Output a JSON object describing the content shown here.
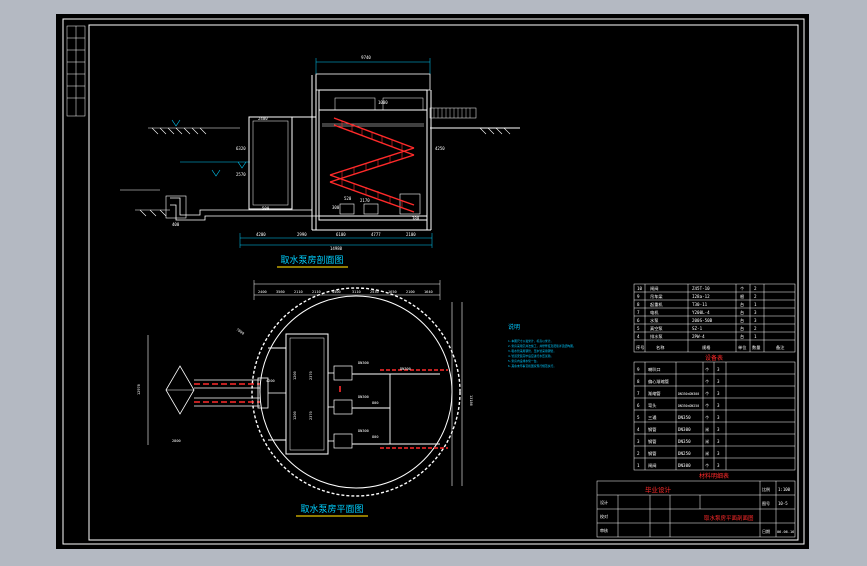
{
  "drawing": {
    "section_title": "取水泵房剖面图",
    "plan_title": "取水泵房平面图",
    "notes_heading": "说明",
    "notes_lines": [
      "1.本图尺寸以毫米计，标高以米计。",
      "2.泵房采用沉井法施工，井壁厚度及配筋详见结构图。",
      "3.吸水管采用钢管，压水管采用钢管。",
      "4.管道安装完毕后应进行水压试验。",
      "5.泵房内设排水泵一台。",
      "6.其余未尽事宜按国家现行规范执行。"
    ],
    "dimensions": {
      "top_width": "9740",
      "section_bottom_total": "14980",
      "section_bottom_segments": [
        "4200",
        "2990",
        "6100",
        "4777",
        "2100"
      ],
      "section_labels": [
        "2400",
        "6320",
        "2570",
        "2170",
        "4250",
        "1000",
        "300",
        "500",
        "520",
        "400",
        "380"
      ],
      "plan_top_segments": [
        "2400",
        "3560",
        "2110",
        "2110",
        "4400",
        "3110",
        "2530",
        "1650",
        "2100",
        "1640"
      ],
      "plan_side": [
        "12978",
        "2800",
        "13180"
      ],
      "plan_pipes": [
        "DN300",
        "DN300",
        "DN300",
        "DN300"
      ],
      "plan_labels": [
        "1200",
        "1200",
        "2370",
        "2370",
        "800",
        "800",
        "7800",
        "4200"
      ]
    },
    "equipment_table": {
      "rows": [
        {
          "no": "10",
          "name": "闸阀",
          "spec": "Z45T-10",
          "unit": "个",
          "qty": "2"
        },
        {
          "no": "9",
          "name": "吊车梁",
          "spec": "I28a-12",
          "unit": "根",
          "qty": "2"
        },
        {
          "no": "8",
          "name": "起重机",
          "spec": "T30-11",
          "unit": "台",
          "qty": "1"
        },
        {
          "no": "7",
          "name": "电机",
          "spec": "Y200L-4",
          "unit": "台",
          "qty": "3"
        },
        {
          "no": "6",
          "name": "水泵",
          "spec": "200S-50B",
          "unit": "台",
          "qty": "3"
        },
        {
          "no": "5",
          "name": "真空泵",
          "spec": "SZ-1",
          "unit": "台",
          "qty": "2"
        },
        {
          "no": "4",
          "name": "排水泵",
          "spec": "2PW-4",
          "unit": "台",
          "qty": "1"
        }
      ],
      "footer": [
        "序号",
        "名称",
        "规格",
        "单位",
        "数量",
        "备注"
      ],
      "title": "设备表"
    },
    "material_table": {
      "rows": [
        {
          "no": "9",
          "name": "喇叭口",
          "spec": "",
          "unit": "个",
          "qty": "3"
        },
        {
          "no": "8",
          "name": "偏心渐缩管",
          "spec": "",
          "unit": "个",
          "qty": "3"
        },
        {
          "no": "7",
          "name": "渐缩管",
          "spec": "DN350×DN300",
          "unit": "个",
          "qty": "3"
        },
        {
          "no": "6",
          "name": "弯头",
          "spec": "DN350×DN250",
          "unit": "个",
          "qty": "3"
        },
        {
          "no": "5",
          "name": "三通",
          "spec": "DN350",
          "unit": "个",
          "qty": "3"
        },
        {
          "no": "4",
          "name": "钢管",
          "spec": "DN300",
          "unit": "米",
          "qty": "3"
        },
        {
          "no": "3",
          "name": "钢管",
          "spec": "DN350",
          "unit": "米",
          "qty": "3"
        },
        {
          "no": "2",
          "name": "钢管",
          "spec": "DN250",
          "unit": "米",
          "qty": "3"
        },
        {
          "no": "1",
          "name": "闸阀",
          "spec": "DN300",
          "unit": "个",
          "qty": "3"
        }
      ],
      "title": "材料明细表"
    },
    "title_block": {
      "school": "毕业设计",
      "drawing_name": "取水泵房平面剖面图",
      "scale": "1:100",
      "sheet": "10-5",
      "date": "06.06.16",
      "labels": [
        "设计",
        "校对",
        "审核",
        "比例",
        "图号",
        "日期"
      ]
    }
  },
  "colors": {
    "background": "#000000",
    "frame": "#ffffff",
    "stairs": "#ff2a2a",
    "dimension": "#00d0ff",
    "title_line": "#e6c400",
    "notes": "#00c8ff",
    "window": "#b4b9c2"
  }
}
